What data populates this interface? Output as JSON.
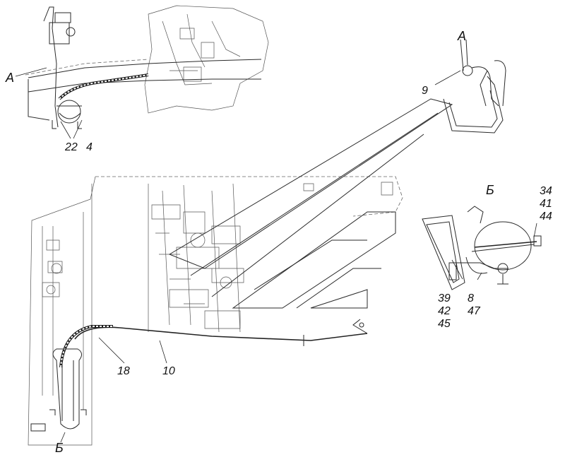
{
  "labels": {
    "view_a_marker": "А",
    "view_a_title": "А",
    "view_b_title": "Б",
    "view_b_marker": "Б",
    "part_22": "22",
    "part_4": "4",
    "part_9": "9",
    "part_34": "34",
    "part_41": "41",
    "part_44": "44",
    "part_39": "39",
    "part_42": "42",
    "part_45": "45",
    "part_8": "8",
    "part_47": "47",
    "part_18": "18",
    "part_10": "10"
  }
}
